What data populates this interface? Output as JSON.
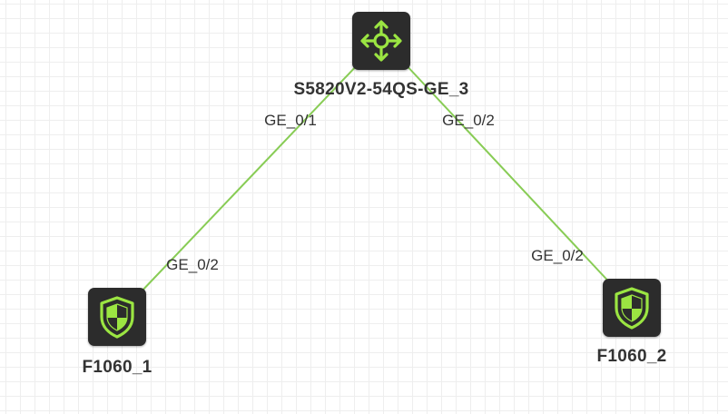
{
  "topology": {
    "link_color": "#88cc55",
    "icon_color": "#9be542",
    "devices": [
      {
        "id": "switch",
        "name": "S5820V2-54QS-GE_3",
        "icon": "router-arrows-icon"
      },
      {
        "id": "fw1",
        "name": "F1060_1",
        "icon": "firewall-shield-icon"
      },
      {
        "id": "fw2",
        "name": "F1060_2",
        "icon": "firewall-shield-icon"
      }
    ],
    "links": [
      {
        "from": "switch",
        "to": "fw1",
        "from_port": "GE_0/1",
        "to_port": "GE_0/2"
      },
      {
        "from": "switch",
        "to": "fw2",
        "from_port": "GE_0/2",
        "to_port": "GE_0/2"
      }
    ]
  }
}
